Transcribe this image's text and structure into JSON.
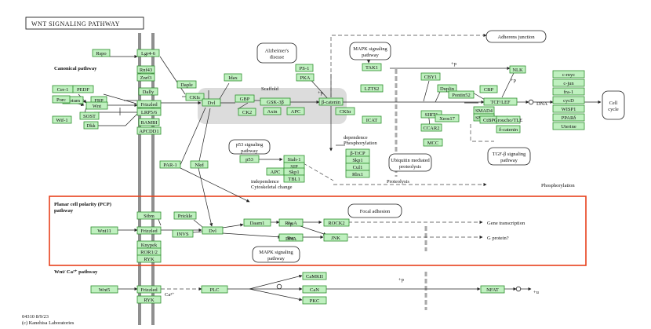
{
  "title": "WNT SIGNALING PATHWAY",
  "sections": [
    "Canonical pathway",
    "Planar cell polarity (PCP)",
    "pathway",
    "Wnt/ Ca²⁺ pathway"
  ],
  "footer": {
    "id": "04310 8/9/23",
    "credit": "(c) Kanehisa Laboratories"
  },
  "pathway_links": [
    {
      "name": "Alzheimer's",
      "name2": "disease"
    },
    {
      "name": "MAPK signaling",
      "name2": "pathway"
    },
    {
      "name": "Adherens junction",
      "name2": ""
    },
    {
      "name": "Cell",
      "name2": "cycle"
    },
    {
      "name": "p53 signaling",
      "name2": "pathway"
    },
    {
      "name": "Ubiquitin mediated",
      "name2": "proteolysis"
    },
    {
      "name": "TGF-β signaling",
      "name2": "pathway"
    },
    {
      "name": "Focal adhesion",
      "name2": ""
    },
    {
      "name": "MAPK signaling",
      "name2": "pathway"
    }
  ],
  "genes": [
    "Rspo",
    "Lgr4-6",
    "Rnf43",
    "Znrf3",
    "Notum",
    "FRP",
    "Cer-1",
    "PEDF",
    "Porc",
    "Wnt",
    "Wif-1",
    "SOST",
    "Dkk",
    "Dally",
    "Frizzled",
    "LRP5/6",
    "BAMBI",
    "APCDD1",
    "Daple",
    "Idax",
    "CKIε",
    "Dvl",
    "GBP",
    "GSK-3β",
    "Axin",
    "APC",
    "β-catenin",
    "CK2",
    "CKIα",
    "PS-1",
    "PKA",
    "TAK1",
    "LZTS2",
    "ICAT",
    "CBY1",
    "Duplin",
    "Pontin52",
    "CBP",
    "NLK",
    "SIRT1",
    "CCAR2",
    "MCC",
    "Xeos17",
    "SMAD4",
    "SMAD3",
    "TCF/LEF",
    "CtBP",
    "Groucho/TLE",
    "δ-catenin",
    "c-myc",
    "c-jun",
    "fra-1",
    "cycD",
    "WISP1",
    "PPARδ",
    "Uterine",
    "p53",
    "Siah-1",
    "SIP",
    "APC",
    "Skp1",
    "TBL1",
    "β-TrCP",
    "Skp1",
    "Cul1",
    "Rbx1",
    "PAR-1",
    "Nkd",
    "Stbm",
    "Prickle",
    "Wnt11",
    "Frizzled",
    "INVS",
    "Dvl",
    "Knypek",
    "ROR1/2",
    "RYK",
    "Daam1",
    "RhoA",
    "ROCK2",
    "Rac",
    "JNK",
    "Wnt5",
    "Frizzled",
    "RYK",
    "PLC",
    "CaMKII",
    "CaN",
    "PKC",
    "NFAT"
  ],
  "labels": [
    "Scaffold",
    "+p",
    "+p",
    "+p",
    "+p",
    "+p",
    "DNA",
    "DNA",
    "+u",
    "Proteolysis",
    "Phosphorylation",
    "dependence",
    "Phosphorylation",
    "independence",
    "Cytoskeletal change",
    "Gene transcription",
    "G protein?",
    "Ca²⁺"
  ]
}
